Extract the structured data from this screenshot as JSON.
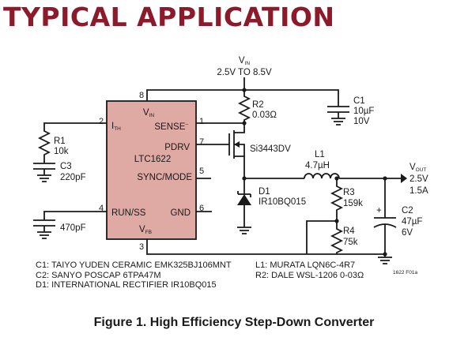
{
  "heading": "TYPICAL APPLICATION",
  "ic": {
    "name": "LTC1622",
    "pin_vin": "V",
    "pin_vin_sub": "IN",
    "pin_ith": "I",
    "pin_ith_sub": "TH",
    "pin_sense": "SENSE",
    "pin_sense_sup": "–",
    "pin_pdrv": "PDRV",
    "pin_sync": "SYNC/MODE",
    "pin_runss": "RUN/SS",
    "pin_gnd": "GND",
    "pin_vfb": "V",
    "pin_vfb_sub": "FB",
    "colors": {
      "fill": "#dfa9a4",
      "outline": "#1a1a1a"
    }
  },
  "pin_numbers": [
    "8",
    "2",
    "1",
    "7",
    "5",
    "4",
    "6",
    "3"
  ],
  "vin": {
    "label": "V",
    "label_sub": "IN",
    "range": "2.5V TO 8.5V"
  },
  "vout": {
    "label": "V",
    "label_sub": "OUT",
    "voltage": "2.5V",
    "current": "1.5A"
  },
  "components": {
    "r1": {
      "ref": "R1",
      "value": "10k"
    },
    "c3": {
      "ref": "C3",
      "value": "220pF"
    },
    "c_ss": {
      "value": "470pF"
    },
    "r2": {
      "ref": "R2",
      "value": "0.03Ω"
    },
    "c1": {
      "ref": "C1",
      "value": "10µF",
      "rating": "10V"
    },
    "q1": {
      "part": "Si3443DV"
    },
    "l1": {
      "ref": "L1",
      "value": "4.7µH"
    },
    "d1": {
      "ref": "D1",
      "part": "IR10BQ015"
    },
    "r3": {
      "ref": "R3",
      "value": "159k"
    },
    "r4": {
      "ref": "R4",
      "value": "75k"
    },
    "c2": {
      "ref": "C2",
      "value": "47µF",
      "rating": "6V"
    }
  },
  "figure_id": "1622 F01a",
  "notes_left": [
    "C1: TAIYO YUDEN CERAMIC EMK325BJ106MNT",
    "C2: SANYO POSCAP 6TPA47M",
    "D1: INTERNATIONAL RECTIFIER IR10BQ015"
  ],
  "notes_right": [
    "L1: MURATA LQN6C-4R7",
    "R2: DALE WSL-1206 0-03Ω"
  ],
  "caption": "Figure 1. High Efficiency Step-Down Converter"
}
